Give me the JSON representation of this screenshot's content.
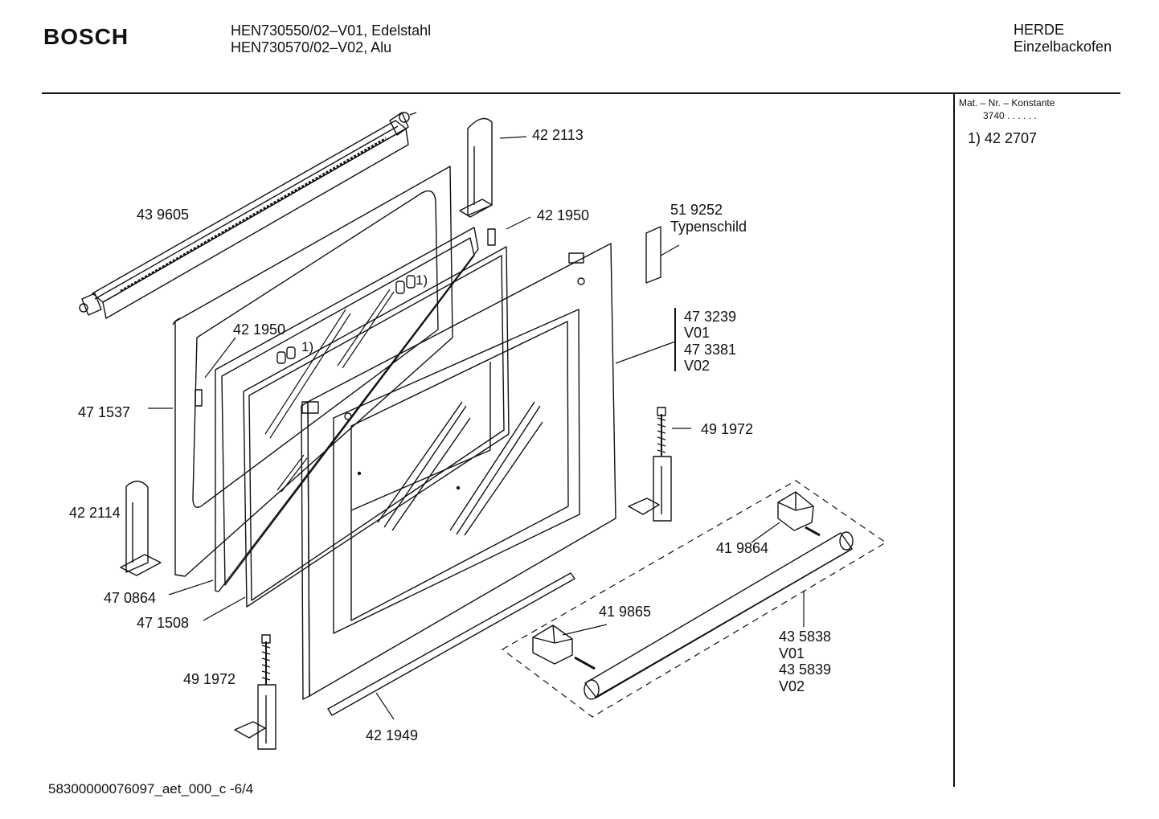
{
  "header": {
    "brand": "BOSCH",
    "model_line_1": "HEN730550/02–V01, Edelstahl",
    "model_line_2": "HEN730570/02–V02,  Alu",
    "category_1": "HERDE",
    "category_2": "Einzelbackofen"
  },
  "side_panel": {
    "mat_label": "Mat. – Nr. – Konstante",
    "mat_value": "3740  .  .   .  .  .  .",
    "note": "1) 42 2707"
  },
  "parts": {
    "p439605": "43 9605",
    "p422113": "42 2113",
    "p421950_top": "42 1950",
    "p519252": "51 9252",
    "typenschild": "Typenschild",
    "p421950_left": "42 1950",
    "p473239": "47 3239",
    "v01_a": "V01",
    "p473381": "47 3381",
    "v02_a": "V02",
    "p471537": "47 1537",
    "p491972_right": "49 1972",
    "p422114": "42 2114",
    "p419864": "41 9864",
    "p470864": "47 0864",
    "p419865": "41 9865",
    "p471508": "47 1508",
    "p435838": "43 5838",
    "v01_b": "V01",
    "p435839": "43 5839",
    "v02_b": "V02",
    "p491972_left": "49 1972",
    "p421949": "42 1949"
  },
  "glass_marks": {
    "mark_1": "1)",
    "mark_2": "1)"
  },
  "footer": {
    "code": "58300000076097_aet_000_c  -6/4"
  }
}
